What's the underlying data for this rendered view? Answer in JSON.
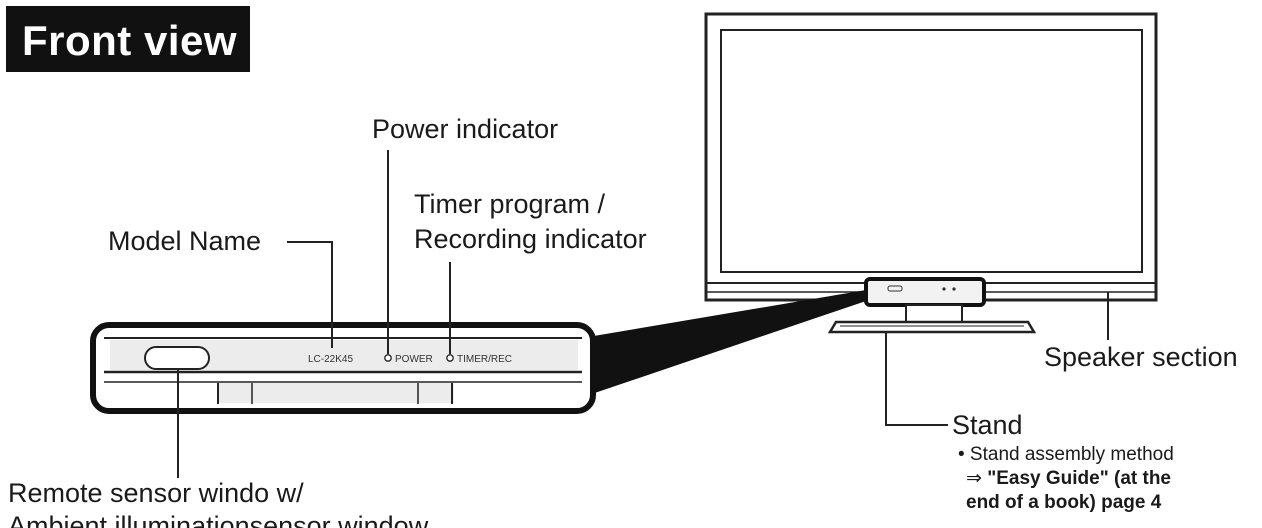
{
  "title": "Front view",
  "labels": {
    "power_indicator": "Power indicator",
    "timer_line1": "Timer program /",
    "timer_line2": "Recording indicator",
    "model_name": "Model Name",
    "speaker_section": "Speaker section",
    "stand": "Stand",
    "remote_line1": "Remote sensor windo w/",
    "remote_line2": "Ambient illuminationsensor window"
  },
  "panel_text": {
    "model": "LC-22K45",
    "power": "POWER",
    "timer_rec": "TIMER/REC"
  },
  "stand_note": {
    "line1": "• Stand assembly method",
    "arrow": "⇒",
    "line2": "\"Easy Guide\" (at the",
    "line3": "end of a book) page 4"
  },
  "colors": {
    "ink": "#1a1a1a",
    "panel_fill": "#e9e9e9",
    "background": "#ffffff"
  }
}
